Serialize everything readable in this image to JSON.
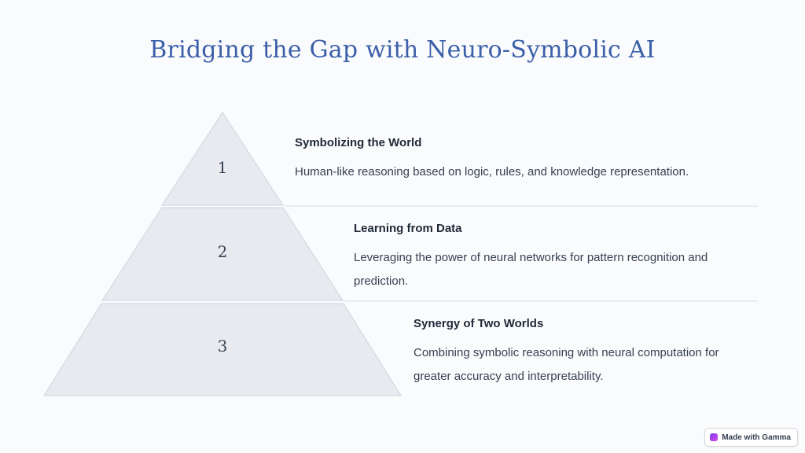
{
  "title": "Bridging the Gap with Neuro-Symbolic AI",
  "tiers": [
    {
      "number": "1",
      "heading": "Symbolizing the World",
      "text": "Human-like reasoning based on logic, rules, and knowledge representation."
    },
    {
      "number": "2",
      "heading": "Learning from Data",
      "text": "Leveraging the power of neural networks for pattern recognition and prediction."
    },
    {
      "number": "3",
      "heading": "Synergy of Two Worlds",
      "text": "Combining symbolic reasoning with neural computation for greater accuracy and interpretability."
    }
  ],
  "badge": {
    "label": "Made with Gamma",
    "icon": "gamma-logo-icon"
  },
  "colors": {
    "title": "#3b5fa8",
    "tier_fill": "#e8eaf0",
    "divider": "#d9dce3"
  }
}
